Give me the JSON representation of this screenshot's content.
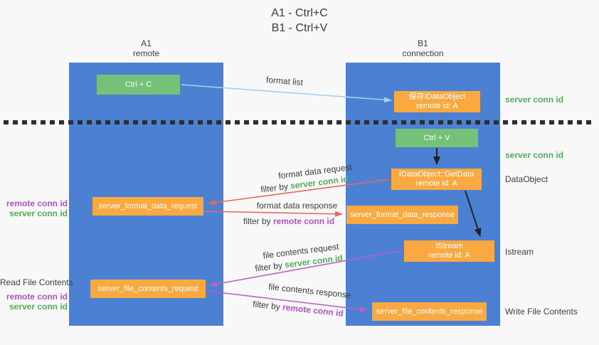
{
  "title": {
    "line1": "A1 - Ctrl+C",
    "line2": "B1 - Ctrl+V"
  },
  "lifelines": {
    "left": {
      "name": "A1",
      "role": "remote"
    },
    "right": {
      "name": "B1",
      "role": "connection"
    }
  },
  "nodes": {
    "ctrl_c": {
      "label": "Ctrl + C"
    },
    "save_idataobject": {
      "line1": "保存IDataObject",
      "line2": "remote id: A"
    },
    "ctrl_v": {
      "label": "Ctrl + V"
    },
    "getdata": {
      "line1": "IDataObject::GetData",
      "line2": "remote id: A"
    },
    "server_format_data_request": {
      "label": "server_format_data_request"
    },
    "server_format_data_response": {
      "label": "server_format_data_response"
    },
    "istream": {
      "line1": "IStream",
      "line2": "remote id: A"
    },
    "server_file_contents_request": {
      "label": "server_file_contents_request"
    },
    "server_file_contents_response": {
      "label": "server_file_contents_response"
    }
  },
  "edges": {
    "format_list": {
      "label": "format list"
    },
    "format_data_request": {
      "label": "format data request",
      "filter_prefix": "filter by ",
      "filter_value": "server conn id"
    },
    "format_data_response": {
      "label": "format data response",
      "filter_prefix": "filter by ",
      "filter_value": "remote conn id"
    },
    "file_contents_request": {
      "label": "file contents request",
      "filter_prefix": "filter by ",
      "filter_value": "server conn id"
    },
    "file_contents_response": {
      "label": "file contents response",
      "filter_prefix": "filter by ",
      "filter_value": "remote conn id"
    }
  },
  "left_annotations": {
    "format_remote_id": "remote conn id",
    "format_server_id": "server conn id",
    "read_file": "Read File Contents",
    "file_remote_id": "remote conn id",
    "file_server_id": "server conn id"
  },
  "right_annotations": {
    "save_conn_id": "server conn id",
    "paste_conn_id": "server conn id",
    "dataobject": "DataObject",
    "istream": "Istream",
    "write_file": "Write File Contents"
  },
  "colors": {
    "column_blue": "#4b80d3",
    "box_green": "#76c17a",
    "box_orange": "#f9a93f",
    "arrow_light_blue": "#a8d0ee",
    "arrow_red": "#e8685f",
    "arrow_magenta": "#bf5fc4",
    "arrow_black": "#222222",
    "text_green": "#53ae57",
    "text_purple": "#b052c6",
    "background": "#f8f8f8"
  }
}
